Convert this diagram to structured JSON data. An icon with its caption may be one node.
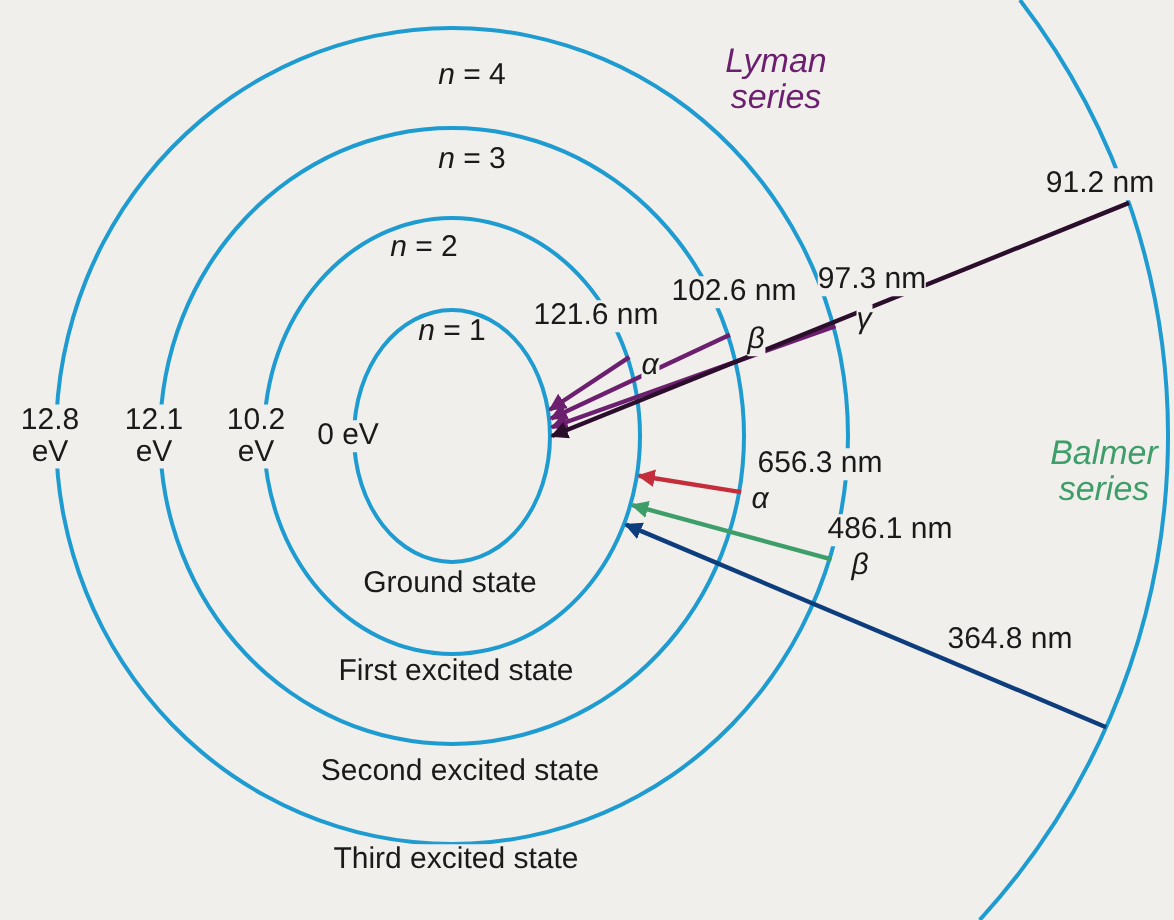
{
  "diagram": {
    "nodes": [
      {
        "text": [],
        "shape": "circle"
      },
      {
        "text": [
          "*n* = 4"
        ],
        "beside": [
          "12.8 eV",
          "Third excited state"
        ]
      },
      {
        "text": [
          "*n* = 3"
        ],
        "beside": [
          "12.1 eV",
          "Second excited state"
        ],
        "in": 1
      },
      {
        "text": [
          "*n* = 2"
        ],
        "beside": [
          "10.2 eV",
          "First excited state"
        ],
        "in": 2
      },
      {
        "text": [
          "*n* = 1"
        ],
        "beside": [
          "0 eV",
          "Ground state"
        ],
        "in": 3
      }
    ],
    "edges": [
      {
        "from": 3,
        "to": 4,
        "arrow": "to",
        "label": "121.6 nm",
        "color": "#6b1f6e"
      },
      {
        "from": 2,
        "to": 4,
        "arrow": "to",
        "label": "102.6 nm",
        "color": "#6b1f6e"
      },
      {
        "from": 1,
        "to": 4,
        "arrow": "to",
        "label": "97.3 nm",
        "color": "#6b1f6e"
      },
      {
        "from": 0,
        "to": 4,
        "arrow": "to",
        "label": "91.2 nm",
        "color": "#2b0d2c"
      },
      {
        "from": 2,
        "to": 3,
        "arrow": "to",
        "label": "656.3 nm",
        "color": "#c42e3b"
      },
      {
        "from": 1,
        "to": 3,
        "arrow": "to",
        "label": "486.1 nm",
        "color": "#3e9e6a"
      },
      {
        "from": 0,
        "to": 3,
        "arrow": "to",
        "label": "364.8 nm",
        "color": "#0d3d7c"
      }
    ],
    "labels": [
      "Lyman series",
      "β",
      "γ",
      "α",
      "Balmer series",
      "α",
      "β"
    ]
  }
}
